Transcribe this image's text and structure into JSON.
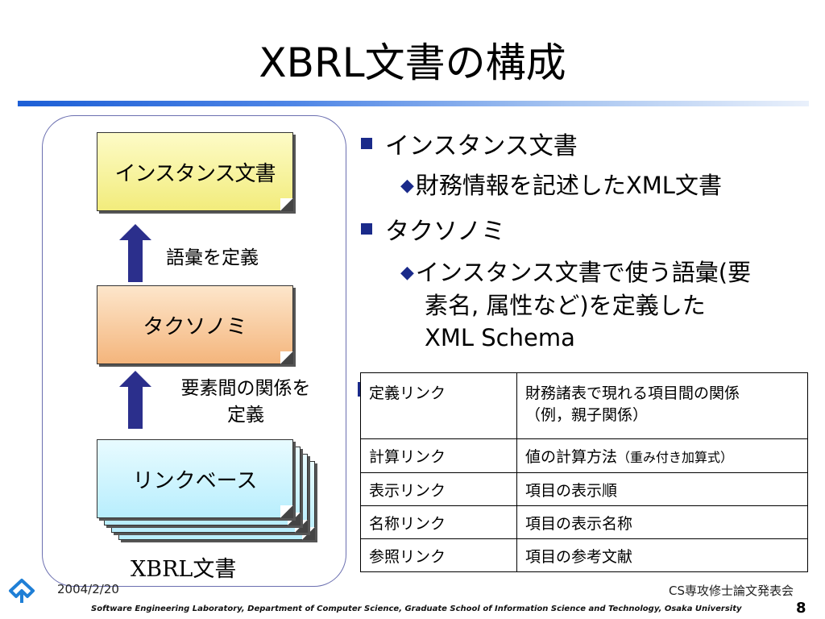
{
  "title": "XBRL文書の構成",
  "diagram": {
    "instance": "インスタンス文書",
    "taxonomy": "タクソノミ",
    "linkbase": "リンクベース",
    "vocab_label": "語彙を定義",
    "relation_label_line1": "要素間の関係を",
    "relation_label_line2": "定義",
    "group_label": "XBRL文書",
    "colors": {
      "instance": "#f5ef8a",
      "taxonomy": "#f6bd86",
      "linkbase": "#c0f0fc",
      "arrow": "#2b2f8c"
    }
  },
  "bullets": {
    "b1": "インスタンス文書",
    "b1_sub": "財務情報を記述したXML文書",
    "b2": "タクソノミ",
    "b2_sub_line1": "インスタンス文書で使う語彙(要",
    "b2_sub_line2": "素名, 属性など)を定義した",
    "b2_sub_line3": "XML Schema"
  },
  "table": {
    "rows": [
      {
        "name": "定義リンク",
        "desc": "財務諸表で現れる項目間の関係",
        "desc2": "（例，親子関係）"
      },
      {
        "name": "計算リンク",
        "desc": "値の計算方法",
        "desc_small": "（重み付き加算式）"
      },
      {
        "name": "表示リンク",
        "desc": "項目の表示順"
      },
      {
        "name": "名称リンク",
        "desc": "項目の表示名称"
      },
      {
        "name": "参照リンク",
        "desc": "項目の参考文献"
      }
    ]
  },
  "footer": {
    "date": "2004/2/20",
    "conference": "CS専攻修士論文発表会",
    "lab": "Software Engineering Laboratory,  Department of Computer Science,  Graduate School of Information Science and Technology,  Osaka University",
    "page": "8"
  }
}
